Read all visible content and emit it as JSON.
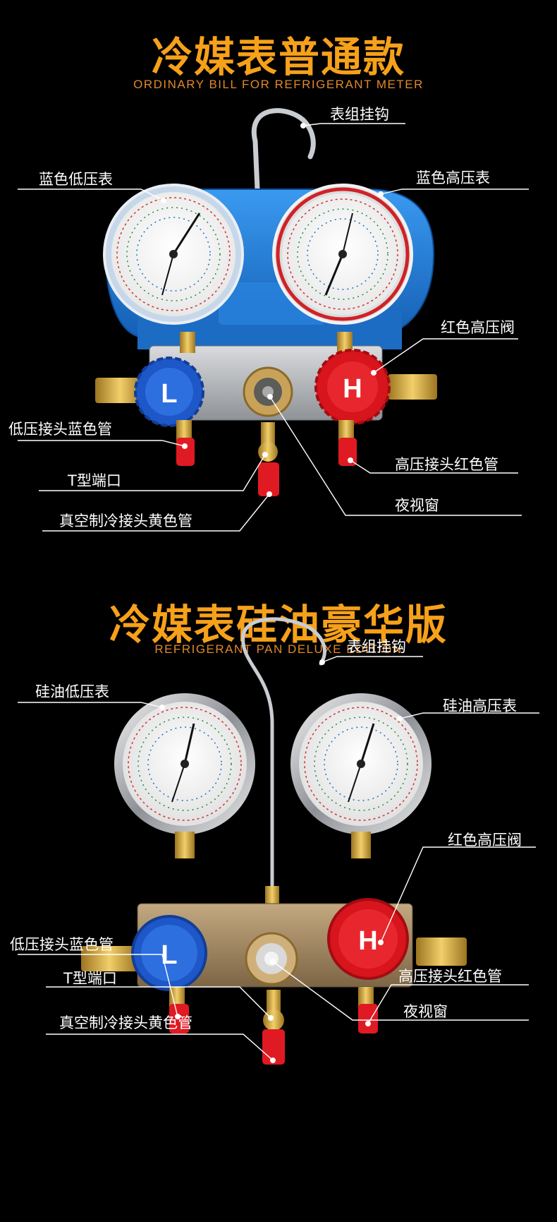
{
  "sections": [
    {
      "title": "冷媒表普通款",
      "subtitle": "ORDINARY BILL FOR REFRIGERANT METER",
      "labels": {
        "hook": "表组挂钩",
        "low_gauge": "蓝色低压表",
        "high_gauge": "蓝色高压表",
        "high_valve": "红色高压阀",
        "low_hose": "低压接头蓝色管",
        "high_hose": "高压接头红色管",
        "t_port": "T型端口",
        "sight_glass": "夜视窗",
        "vacuum_hose": "真空制冷接头黄色管"
      }
    },
    {
      "title": "冷媒表硅油豪华版",
      "subtitle": "REFRIGERANT PAN DELUXE EDITION",
      "labels": {
        "hook": "表组挂钩",
        "low_gauge": "硅油低压表",
        "high_gauge": "硅油高压表",
        "high_valve": "红色高压阀",
        "low_hose": "低压接头蓝色管",
        "high_hose": "高压接头红色管",
        "t_port": "T型端口",
        "sight_glass": "夜视窗",
        "vacuum_hose": "真空制冷接头黄色管"
      }
    }
  ],
  "knob_letters": {
    "low": "L",
    "high": "H"
  },
  "colors": {
    "title": "#f6a11a",
    "blue_housing": "#1f7fd6",
    "blue_knob": "#1d57c8",
    "red_knob": "#d8141c",
    "brass": "#d4a63c",
    "manifold": "#b9bcc0",
    "deluxe_manifold": "#a88d63"
  },
  "icons": [
    "hook-icon",
    "gauge-icon",
    "valve-knob-icon",
    "sight-glass-icon"
  ]
}
